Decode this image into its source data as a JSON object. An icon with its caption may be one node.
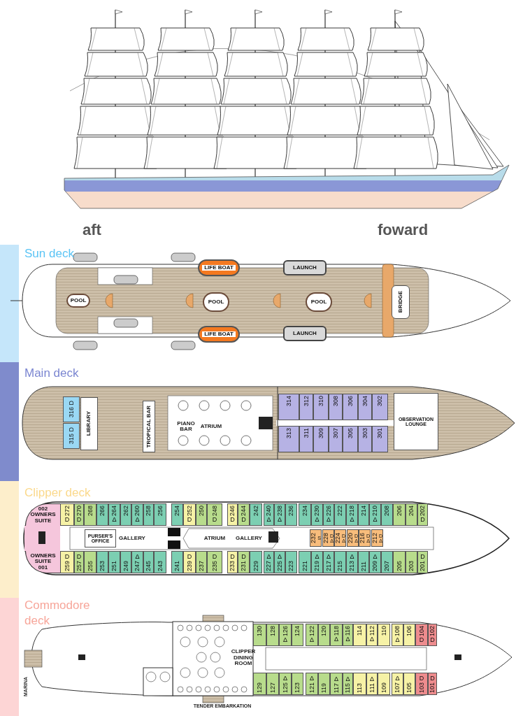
{
  "diagram": {
    "nodes": [
      {
        "text": [
          "LIFE BOAT"
        ]
      },
      {
        "text": [
          "LAUNCH"
        ]
      },
      {
        "text": [
          "POOL"
        ]
      },
      {
        "text": [
          "POOL"
        ]
      },
      {
        "text": [
          "POOL"
        ]
      },
      {
        "text": [
          "BRIDGE"
        ]
      },
      {
        "text": [
          "LIFE BOAT"
        ]
      },
      {
        "text": [
          "LAUNCH"
        ]
      },
      {
        "text": [
          "316 D"
        ]
      },
      {
        "text": [
          "315 D"
        ]
      },
      {
        "text": [
          "LIBRARY"
        ]
      },
      {
        "text": [
          "TROPICAL BAR"
        ]
      },
      {
        "text": [
          "PIANO BAR"
        ]
      },
      {
        "text": [
          "ATRIUM"
        ]
      },
      {
        "text": [
          "314"
        ]
      },
      {
        "text": [
          "312"
        ]
      },
      {
        "text": [
          "310"
        ]
      },
      {
        "text": [
          "308"
        ]
      },
      {
        "text": [
          "306"
        ]
      },
      {
        "text": [
          "304"
        ]
      },
      {
        "text": [
          "302"
        ]
      },
      {
        "text": [
          "313"
        ]
      },
      {
        "text": [
          "311"
        ]
      },
      {
        "text": [
          "309"
        ]
      },
      {
        "text": [
          "307"
        ]
      },
      {
        "text": [
          "305"
        ]
      },
      {
        "text": [
          "303"
        ]
      },
      {
        "text": [
          "301"
        ]
      },
      {
        "text": [
          "OBSERVATION LOUNGE"
        ]
      },
      {
        "text": [
          "002",
          "OWNERS SUITE"
        ]
      },
      {
        "text": [
          "272",
          "D"
        ]
      },
      {
        "text": [
          "270",
          "D"
        ]
      },
      {
        "text": [
          "268"
        ]
      },
      {
        "text": [
          "266"
        ]
      },
      {
        "text": [
          "264",
          "Δ"
        ]
      },
      {
        "text": [
          "262"
        ]
      },
      {
        "text": [
          "260",
          "Δ"
        ]
      },
      {
        "text": [
          "258"
        ]
      },
      {
        "text": [
          "256"
        ]
      },
      {
        "text": [
          "254"
        ]
      },
      {
        "text": [
          "252",
          "D"
        ]
      },
      {
        "text": [
          "250"
        ]
      },
      {
        "text": [
          "248",
          "D"
        ]
      },
      {
        "text": [
          "246",
          "D"
        ]
      },
      {
        "text": [
          "244",
          "D"
        ]
      },
      {
        "text": [
          "242"
        ]
      },
      {
        "text": [
          "240",
          "Δ"
        ]
      },
      {
        "text": [
          "238",
          "Δ"
        ]
      },
      {
        "text": [
          "236"
        ]
      },
      {
        "text": [
          "234"
        ]
      },
      {
        "text": [
          "230",
          "Δ"
        ]
      },
      {
        "text": [
          "226",
          "Δ"
        ]
      },
      {
        "text": [
          "222"
        ]
      },
      {
        "text": [
          "218",
          "Δ"
        ]
      },
      {
        "text": [
          "214"
        ]
      },
      {
        "text": [
          "210",
          "Δ"
        ]
      },
      {
        "text": [
          "208"
        ]
      },
      {
        "text": [
          "206"
        ]
      },
      {
        "text": [
          "204"
        ]
      },
      {
        "text": [
          "202",
          "D"
        ]
      },
      {
        "text": [
          "PURSER'S OFFICE"
        ]
      },
      {
        "text": [
          "GALLERY"
        ]
      },
      {
        "text": [
          "ATRIUM"
        ]
      },
      {
        "text": [
          "GALLERY"
        ]
      },
      {
        "text": [
          "232",
          "S"
        ]
      },
      {
        "text": [
          "228",
          "D",
          "Δ"
        ]
      },
      {
        "text": [
          "224",
          "D",
          "Δ"
        ]
      },
      {
        "text": [
          "220",
          "D",
          "Δ"
        ]
      },
      {
        "text": [
          "216",
          "D",
          "Δ"
        ]
      },
      {
        "text": [
          "212",
          "D",
          "Δ"
        ]
      },
      {
        "text": [
          "OWNERS SUITE",
          "001"
        ]
      },
      {
        "text": [
          "259",
          "D"
        ]
      },
      {
        "text": [
          "257",
          "D"
        ]
      },
      {
        "text": [
          "255"
        ]
      },
      {
        "text": [
          "253"
        ]
      },
      {
        "text": [
          "251"
        ]
      },
      {
        "text": [
          "249"
        ]
      },
      {
        "text": [
          "247",
          "Δ"
        ]
      },
      {
        "text": [
          "245"
        ]
      },
      {
        "text": [
          "243"
        ]
      },
      {
        "text": [
          "241"
        ]
      },
      {
        "text": [
          "239",
          "D"
        ]
      },
      {
        "text": [
          "237"
        ]
      },
      {
        "text": [
          "235",
          "D"
        ]
      },
      {
        "text": [
          "233",
          "D"
        ]
      },
      {
        "text": [
          "231",
          "D"
        ]
      },
      {
        "text": [
          "229"
        ]
      },
      {
        "text": [
          "227",
          "Δ"
        ]
      },
      {
        "text": [
          "225",
          "Δ"
        ]
      },
      {
        "text": [
          "223"
        ]
      },
      {
        "text": [
          "221"
        ]
      },
      {
        "text": [
          "219",
          "Δ"
        ]
      },
      {
        "text": [
          "217",
          "Δ"
        ]
      },
      {
        "text": [
          "215"
        ]
      },
      {
        "text": [
          "213",
          "Δ"
        ]
      },
      {
        "text": [
          "211"
        ]
      },
      {
        "text": [
          "209",
          "Δ"
        ]
      },
      {
        "text": [
          "207"
        ]
      },
      {
        "text": [
          "205"
        ]
      },
      {
        "text": [
          "203"
        ]
      },
      {
        "text": [
          "201",
          "D"
        ]
      },
      {
        "text": [
          "CLIPPER DINING ROOM"
        ]
      },
      {
        "text": [
          "130"
        ]
      },
      {
        "text": [
          "128"
        ]
      },
      {
        "text": [
          "126",
          "Δ"
        ]
      },
      {
        "text": [
          "124"
        ]
      },
      {
        "text": [
          "122",
          "Δ"
        ]
      },
      {
        "text": [
          "120"
        ]
      },
      {
        "text": [
          "118",
          "Δ"
        ]
      },
      {
        "text": [
          "116",
          "Δ"
        ]
      },
      {
        "text": [
          "114"
        ]
      },
      {
        "text": [
          "112",
          "Δ"
        ]
      },
      {
        "text": [
          "110"
        ]
      },
      {
        "text": [
          "108",
          "Δ"
        ]
      },
      {
        "text": [
          "106"
        ]
      },
      {
        "text": [
          "104",
          "D"
        ]
      },
      {
        "text": [
          "102",
          "D"
        ]
      },
      {
        "text": [
          "129"
        ]
      },
      {
        "text": [
          "127"
        ]
      },
      {
        "text": [
          "125",
          "Δ"
        ]
      },
      {
        "text": [
          "123"
        ]
      },
      {
        "text": [
          "121",
          "Δ"
        ]
      },
      {
        "text": [
          "119"
        ]
      },
      {
        "text": [
          "117",
          "Δ"
        ]
      },
      {
        "text": [
          "115",
          "Δ"
        ]
      },
      {
        "text": [
          "113"
        ]
      },
      {
        "text": [
          "111",
          "Δ"
        ]
      },
      {
        "text": [
          "109"
        ]
      },
      {
        "text": [
          "107",
          "Δ"
        ]
      },
      {
        "text": [
          "105"
        ]
      },
      {
        "text": [
          "103",
          "D"
        ]
      },
      {
        "text": [
          "101",
          "D"
        ]
      }
    ],
    "labels": [
      "aft",
      "foward",
      "Sun deck",
      "Main deck",
      "Clipper deck",
      "Commodore deck",
      "MARINA",
      "TENDER EMBARKATION"
    ]
  }
}
